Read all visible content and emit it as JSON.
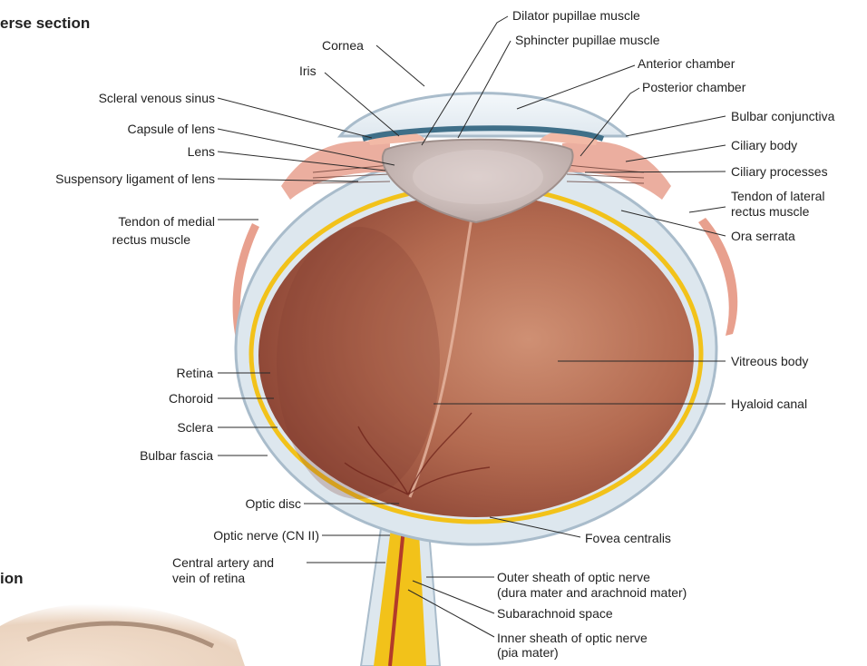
{
  "headings": {
    "top": "erse section",
    "bottom": "ion"
  },
  "labels": {
    "cornea": "Cornea",
    "iris": "Iris",
    "scleral_venous_sinus": "Scleral venous sinus",
    "capsule_of_lens": "Capsule of lens",
    "lens": "Lens",
    "suspensory_ligament": "Suspensory ligament of lens",
    "tendon_medial": [
      "Tendon of medial",
      "rectus muscle"
    ],
    "dilator": "Dilator pupillae muscle",
    "sphincter": "Sphincter pupillae muscle",
    "anterior_chamber": "Anterior chamber",
    "posterior_chamber": "Posterior chamber",
    "bulbar_conjunctiva": "Bulbar conjunctiva",
    "ciliary_body": "Ciliary body",
    "ciliary_processes": "Ciliary processes",
    "tendon_lateral": [
      "Tendon of lateral",
      "rectus muscle"
    ],
    "ora_serrata": "Ora serrata",
    "vitreous_body": "Vitreous body",
    "hyaloid_canal": "Hyaloid canal",
    "retina": "Retina",
    "choroid": "Choroid",
    "sclera": "Sclera",
    "bulbar_fascia": "Bulbar fascia",
    "optic_disc": "Optic disc",
    "optic_nerve": "Optic nerve (CN II)",
    "central_artery": [
      "Central artery and",
      "vein of retina"
    ],
    "fovea_centralis": "Fovea centralis",
    "outer_sheath": [
      "Outer sheath of optic nerve",
      "(dura mater and arachnoid mater)"
    ],
    "subarachnoid_space": "Subarachnoid space",
    "inner_sheath": [
      "Inner sheath of optic nerve",
      "(pia mater)"
    ]
  },
  "colors": {
    "sclera": "#dde7ee",
    "sclera_edge": "#a9bccb",
    "choroid_yellow": "#f2c21a",
    "vitreous": "#a65a45",
    "vitreous_light": "#c98a6d",
    "lens": "#cdbfbc",
    "iris_pink": "#f2b9a6",
    "muscle": "#e8a08e",
    "leader": "#2a2a2a"
  }
}
